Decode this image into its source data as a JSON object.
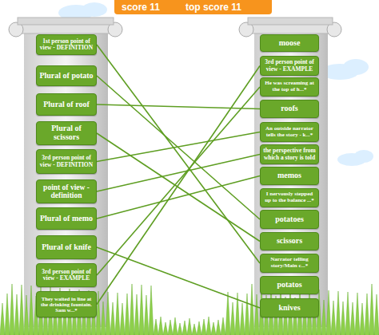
{
  "diagram": {
    "nodes": [
      {
        "text": [
          "1st person point of view - DEFINITION"
        ]
      },
      {
        "text": [
          "Plural of potato"
        ]
      },
      {
        "text": [
          "Plural of roof"
        ]
      },
      {
        "text": [
          "Plural of scissors"
        ]
      },
      {
        "text": [
          "3rd person point of view - DEFINITION"
        ]
      },
      {
        "text": [
          "point of view - definition"
        ]
      },
      {
        "text": [
          "Plural of memo"
        ]
      },
      {
        "text": [
          "Plural of knife"
        ]
      },
      {
        "text": [
          "3rd person point of view - EXAMPLE"
        ]
      },
      {
        "text": [
          "They waited in line at the drinking fountain. Sam w...*"
        ]
      },
      {
        "text": [
          "moose"
        ]
      },
      {
        "text": [
          "3rd person point of view - EXAMPLE"
        ]
      },
      {
        "text": [
          "He was screaming at the top of h...*"
        ]
      },
      {
        "text": [
          "roofs"
        ]
      },
      {
        "text": [
          "An outside narrator tells the story - k...*"
        ]
      },
      {
        "text": [
          "the perspective from which a story is told"
        ]
      },
      {
        "text": [
          "memos"
        ]
      },
      {
        "text": [
          "I nervously stepped up to the balance ...*"
        ]
      },
      {
        "text": [
          "potatoes"
        ]
      },
      {
        "text": [
          "scissors"
        ]
      },
      {
        "text": [
          "Narrator telling story/Main c...*"
        ]
      },
      {
        "text": [
          "potatos"
        ]
      },
      {
        "text": [
          "knives"
        ]
      }
    ],
    "edges": [
      {
        "from": 0,
        "to": 20,
        "arrow": "none"
      },
      {
        "from": 1,
        "to": 18,
        "arrow": "none"
      },
      {
        "from": 2,
        "to": 13,
        "arrow": "none"
      },
      {
        "from": 3,
        "to": 19,
        "arrow": "none"
      },
      {
        "from": 4,
        "to": 14,
        "arrow": "none"
      },
      {
        "from": 5,
        "to": 15,
        "arrow": "none"
      },
      {
        "from": 6,
        "to": 16,
        "arrow": "none"
      },
      {
        "from": 7,
        "to": 22,
        "arrow": "none"
      },
      {
        "from": 8,
        "to": 12,
        "arrow": "none"
      },
      {
        "from": 9,
        "to": 11,
        "arrow": "none"
      }
    ],
    "labels": [
      "score 11",
      "top score 11"
    ]
  }
}
